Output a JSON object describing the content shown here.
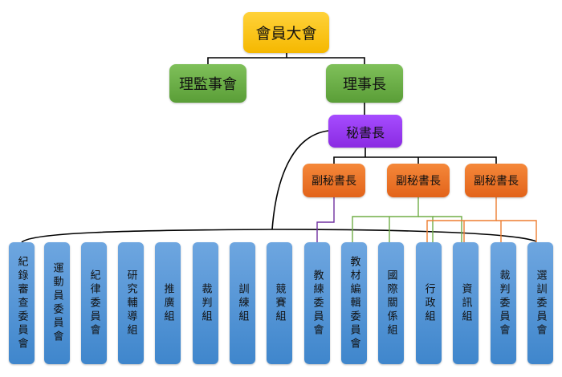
{
  "diagram": {
    "type": "org-chart",
    "root": {
      "label": "會員大會",
      "color": "#f5b800"
    },
    "level2": [
      {
        "label": "理監事會",
        "color": "#5a9e37"
      },
      {
        "label": "理事長",
        "color": "#5a9e37"
      }
    ],
    "secretary_general": {
      "label": "秘書長",
      "color": "#8a2be2"
    },
    "deputies": [
      {
        "label": "副秘書長",
        "color": "#e2631a",
        "line_color": "#7030a0"
      },
      {
        "label": "副秘書長",
        "color": "#e2631a",
        "line_color": "#70ad47"
      },
      {
        "label": "副秘書長",
        "color": "#e2631a",
        "line_color": "#ed7d31"
      }
    ],
    "units": [
      {
        "label": "紀錄審查委員會"
      },
      {
        "label": "運動員委員會"
      },
      {
        "label": "紀律委員會"
      },
      {
        "label": "研究輔導組"
      },
      {
        "label": "推廣組"
      },
      {
        "label": "裁判組"
      },
      {
        "label": "訓練組"
      },
      {
        "label": "競賽組"
      },
      {
        "label": "教練委員會"
      },
      {
        "label": "教材編輯委員會"
      },
      {
        "label": "國際關係組"
      },
      {
        "label": "行政組"
      },
      {
        "label": "資訊組"
      },
      {
        "label": "裁判委員會"
      },
      {
        "label": "選訓委員會"
      }
    ],
    "unit_color": "#3f86cc",
    "edges": {
      "deputy_1": [
        "教練委員會"
      ],
      "deputy_2": [
        "教材編輯委員會",
        "國際關係組",
        "行政組",
        "資訊組"
      ],
      "deputy_3": [
        "行政組",
        "資訊組",
        "裁判委員會",
        "選訓委員會"
      ],
      "secretary_general_direct": "all units"
    }
  }
}
